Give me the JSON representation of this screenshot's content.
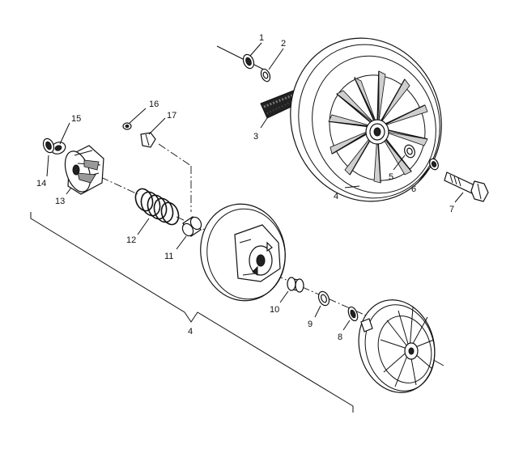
{
  "callouts": [
    {
      "id": "c1",
      "text": "1"
    },
    {
      "id": "c2",
      "text": "2"
    },
    {
      "id": "c3",
      "text": "3"
    },
    {
      "id": "c4a",
      "text": "4"
    },
    {
      "id": "c5",
      "text": "5"
    },
    {
      "id": "c6",
      "text": "6"
    },
    {
      "id": "c7",
      "text": "7"
    },
    {
      "id": "c8",
      "text": "8"
    },
    {
      "id": "c9",
      "text": "9"
    },
    {
      "id": "c10",
      "text": "10"
    },
    {
      "id": "c11",
      "text": "11"
    },
    {
      "id": "c12",
      "text": "12"
    },
    {
      "id": "c13",
      "text": "13"
    },
    {
      "id": "c14",
      "text": "14"
    },
    {
      "id": "c15",
      "text": "15"
    },
    {
      "id": "c16",
      "text": "16"
    },
    {
      "id": "c17",
      "text": "17"
    },
    {
      "id": "c4b",
      "text": "4"
    }
  ]
}
